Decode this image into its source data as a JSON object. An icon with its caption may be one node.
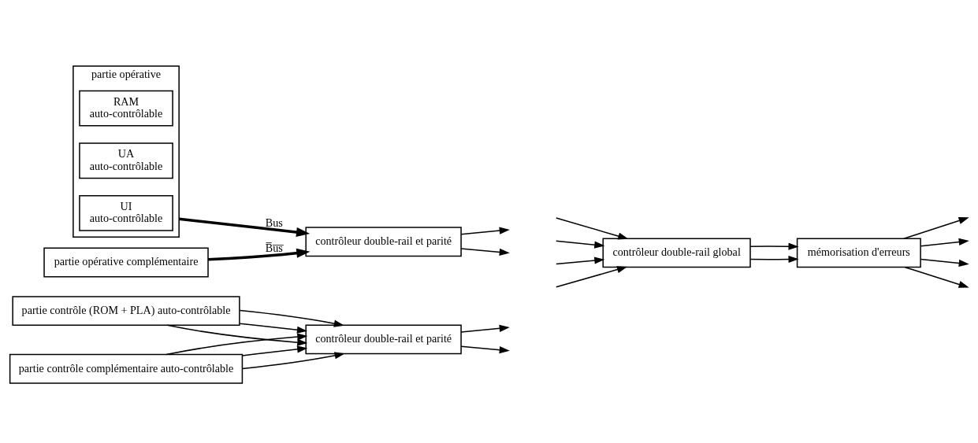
{
  "diagram": {
    "nodes": [
      {
        "text": [
          "partie contrôle (ROM + PLA) auto-contrôlable"
        ]
      },
      {
        "text": [
          "partie opérative"
        ]
      },
      {
        "text": [
          "RAM",
          "auto-contrôlable"
        ],
        "in": 1
      },
      {
        "text": [
          "UA",
          "auto-contrôlable"
        ],
        "in": 1
      },
      {
        "text": [
          "UI",
          "auto-contrôlable"
        ],
        "in": 1
      },
      {
        "text": [
          "contrôleur double-rail et parité"
        ]
      },
      {
        "text": [
          "partie opérative complémentaire"
        ]
      },
      {
        "text": [
          "partie contrôle complémentaire auto-contrôlable"
        ]
      },
      {
        "text": [
          "contrôleur double-rail et parité"
        ]
      },
      {
        "text": [
          "contrôleur double-rail global"
        ]
      },
      {
        "text": [
          "mémorisation d'erreurs"
        ]
      }
    ],
    "edges": [
      {
        "from": 0,
        "to": 5,
        "arrow": "to"
      },
      {
        "from": 0,
        "to": 5,
        "arrow": "to"
      },
      {
        "from": 0,
        "to": 5,
        "arrow": "to"
      },
      {
        "from": 7,
        "to": 5,
        "arrow": "to"
      },
      {
        "from": 7,
        "to": 5,
        "arrow": "to"
      },
      {
        "from": 7,
        "to": 5,
        "arrow": "to"
      },
      {
        "from": 1,
        "to": 8,
        "arrow": "to",
        "label": "Bus",
        "style": "thick"
      },
      {
        "from": 6,
        "to": 8,
        "arrow": "to",
        "label": "B̅u̅s̅",
        "style": "thick"
      },
      {
        "from": 5,
        "to": null,
        "arrow": "to"
      },
      {
        "from": 5,
        "to": null,
        "arrow": "to"
      },
      {
        "from": 8,
        "to": null,
        "arrow": "to"
      },
      {
        "from": 8,
        "to": null,
        "arrow": "to"
      },
      {
        "from": null,
        "to": 9,
        "arrow": "to"
      },
      {
        "from": null,
        "to": 9,
        "arrow": "to"
      },
      {
        "from": null,
        "to": 9,
        "arrow": "to"
      },
      {
        "from": null,
        "to": 9,
        "arrow": "to"
      },
      {
        "from": 9,
        "to": 10,
        "arrow": "to"
      },
      {
        "from": 9,
        "to": 10,
        "arrow": "to"
      },
      {
        "from": 10,
        "to": null,
        "arrow": "to"
      },
      {
        "from": 10,
        "to": null,
        "arrow": "to"
      },
      {
        "from": 10,
        "to": null,
        "arrow": "to"
      },
      {
        "from": 10,
        "to": null,
        "arrow": "to"
      }
    ]
  }
}
